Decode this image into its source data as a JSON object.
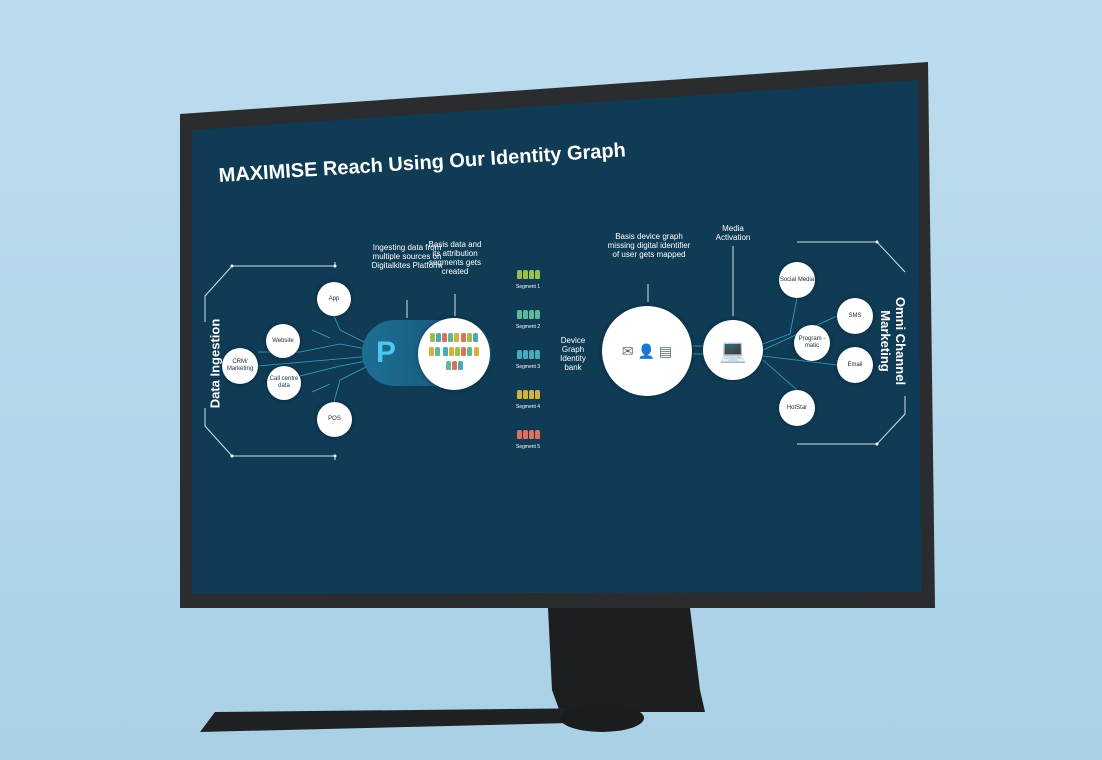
{
  "title": "MAXIMISE Reach Using Our Identity Graph",
  "left_section": {
    "label": "Data Ingestion",
    "sources": [
      "App",
      "Website",
      "CRM/ Marketing",
      "Call centre data",
      "POS"
    ]
  },
  "ingest_label": "Ingesting data from multiple sources on Digitalkites Platform",
  "segments_label": "Basis data and its attribution segments gets created",
  "segments": [
    {
      "name": "Segment 1",
      "color": "#9bbf4a"
    },
    {
      "name": "Segment 2",
      "color": "#5fb89a"
    },
    {
      "name": "Segment 3",
      "color": "#4aa8b8"
    },
    {
      "name": "Segment 4",
      "color": "#d3b13d"
    },
    {
      "name": "Segment 5",
      "color": "#d9735a"
    }
  ],
  "device_graph_label": "Device Graph Identity bank",
  "mapping_label": "Basis device graph missing digital identifier of user gets mapped",
  "media_activation_label": "Media Activation",
  "right_section": {
    "label": "Omni Channel Marketing",
    "channels": [
      "Social Media",
      "SMS",
      "Program -matic",
      "Email",
      "HotStar"
    ]
  },
  "colors": {
    "screen": "#0f3b55",
    "accent": "#3fb7e0",
    "background": "#b9dbee"
  }
}
